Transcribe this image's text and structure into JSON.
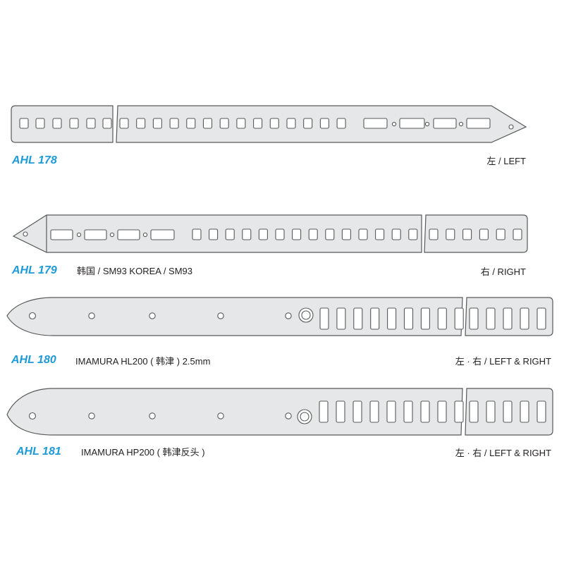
{
  "colors": {
    "part_fill": "#e6e7e8",
    "part_stroke": "#58595b",
    "hole_fill": "#ffffff",
    "code_text": "#1e9ad6",
    "body_text": "#231f20"
  },
  "parts": [
    {
      "code": "AHL 178",
      "description": "",
      "side": "左 / LEFT"
    },
    {
      "code": "AHL 179",
      "description": "韩国 / SM93 KOREA / SM93",
      "side": "右 / RIGHT"
    },
    {
      "code": "AHL 180",
      "description": "IMAMURA HL200 ( 韩津 ) 2.5mm",
      "side": "左 · 右 / LEFT & RIGHT"
    },
    {
      "code": "AHL 181",
      "description": "IMAMURA HP200 ( 韩津反头 )",
      "side": "左 · 右 / LEFT & RIGHT"
    }
  ]
}
